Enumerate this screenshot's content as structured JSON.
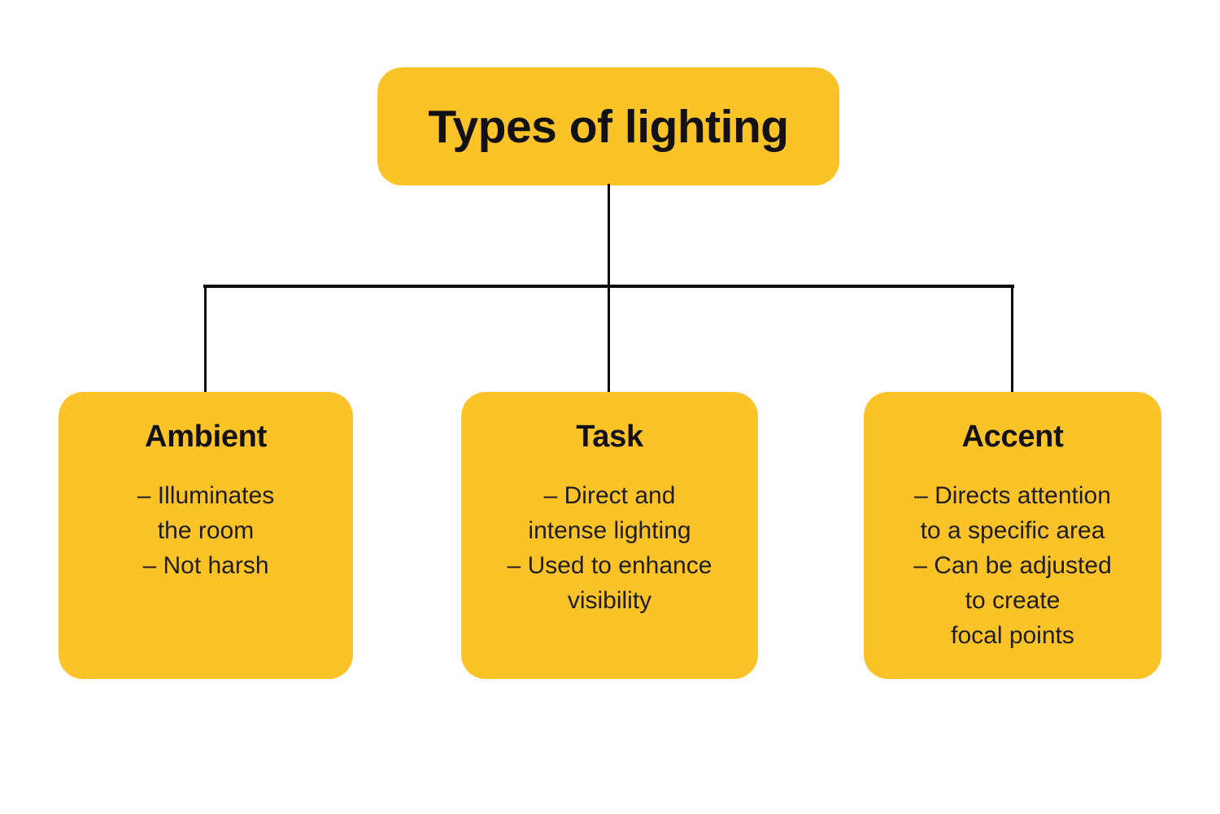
{
  "root": {
    "label": "Types of lighting"
  },
  "colors": {
    "box_fill": "#FCC328",
    "title_text": "#121215",
    "body_text": "#1E1E22",
    "connector": "#0A0A0A",
    "background": "#FFFFFF"
  },
  "nodes": [
    {
      "title": "Ambient",
      "lines": [
        "– Illuminates",
        "the room",
        "– Not harsh"
      ]
    },
    {
      "title": "Task",
      "lines": [
        "– Direct and",
        "intense lighting",
        "– Used to enhance",
        "visibility"
      ]
    },
    {
      "title": "Accent",
      "lines": [
        "– Directs attention",
        "to a specific area",
        "– Can be adjusted",
        "to create",
        "focal points"
      ]
    }
  ]
}
